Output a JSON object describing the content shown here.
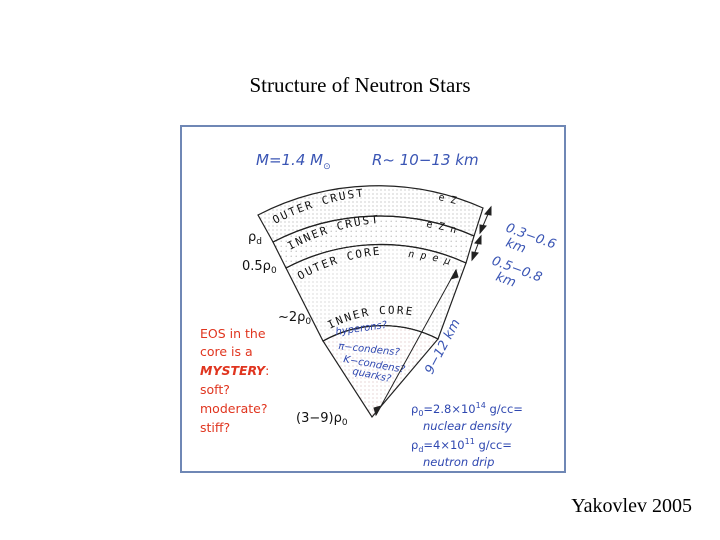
{
  "slide": {
    "title": "Structure of Neutron Stars",
    "credit": "Yakovlev 2005"
  },
  "diagram": {
    "mass": "M=1.4 M",
    "mass_sym": "⊙",
    "radius": "R~ 10−13  km",
    "layers": {
      "outer_crust": {
        "name": "OUTER  CRUST",
        "composition": "e Z"
      },
      "inner_crust": {
        "name": "INNER  CRUST",
        "composition": "e Z n"
      },
      "outer_core": {
        "name": "OUTER  CORE",
        "composition": "n p e μ"
      },
      "inner_core": {
        "name": "INNER  CORE",
        "candidates": [
          "hyperons?",
          "π−condens?",
          "K−condens?",
          "quarks?"
        ]
      }
    },
    "densities": {
      "crust_boundary": "ρ",
      "crust_boundary_sub": "d",
      "outer_core_start": "0.5ρ",
      "outer_core_start_sub": "0",
      "inner_core_start": "~2ρ",
      "inner_core_start_sub": "0",
      "center": "(3−9)ρ",
      "center_sub": "0"
    },
    "dimensions": {
      "crust_line1": "0.3−0.6",
      "crust_line2": "km",
      "inner_crust_line1": "0.5−0.8",
      "inner_crust_line2": "km",
      "core": "9−12 km"
    },
    "eos_note": [
      "EOS in the",
      "core is a"
    ],
    "eos_mystery": "MYSTERY",
    "eos_colon": ":",
    "eos_options": [
      "soft?",
      "moderate?",
      "stiff?"
    ],
    "legend": {
      "rho0_def": "ρ",
      "rho0_sub": "0",
      "rho0_value": "=2.8×10",
      "rho0_exp": "14",
      "rho0_unit": " g/cc=",
      "rho0_name": "nuclear density",
      "rhod_def": "ρ",
      "rhod_sub": "d",
      "rhod_value": "=4×10",
      "rhod_exp": "11",
      "rhod_unit": " g/cc=",
      "rhod_name": "neutron drip"
    },
    "colors": {
      "frame": "#6f87b5",
      "blue_text": "#3a55b4",
      "red_text": "#e0351f",
      "dots": "#9a9a9a",
      "inner_core_dots": "#c2a8a8",
      "boundary": "#222222"
    }
  }
}
